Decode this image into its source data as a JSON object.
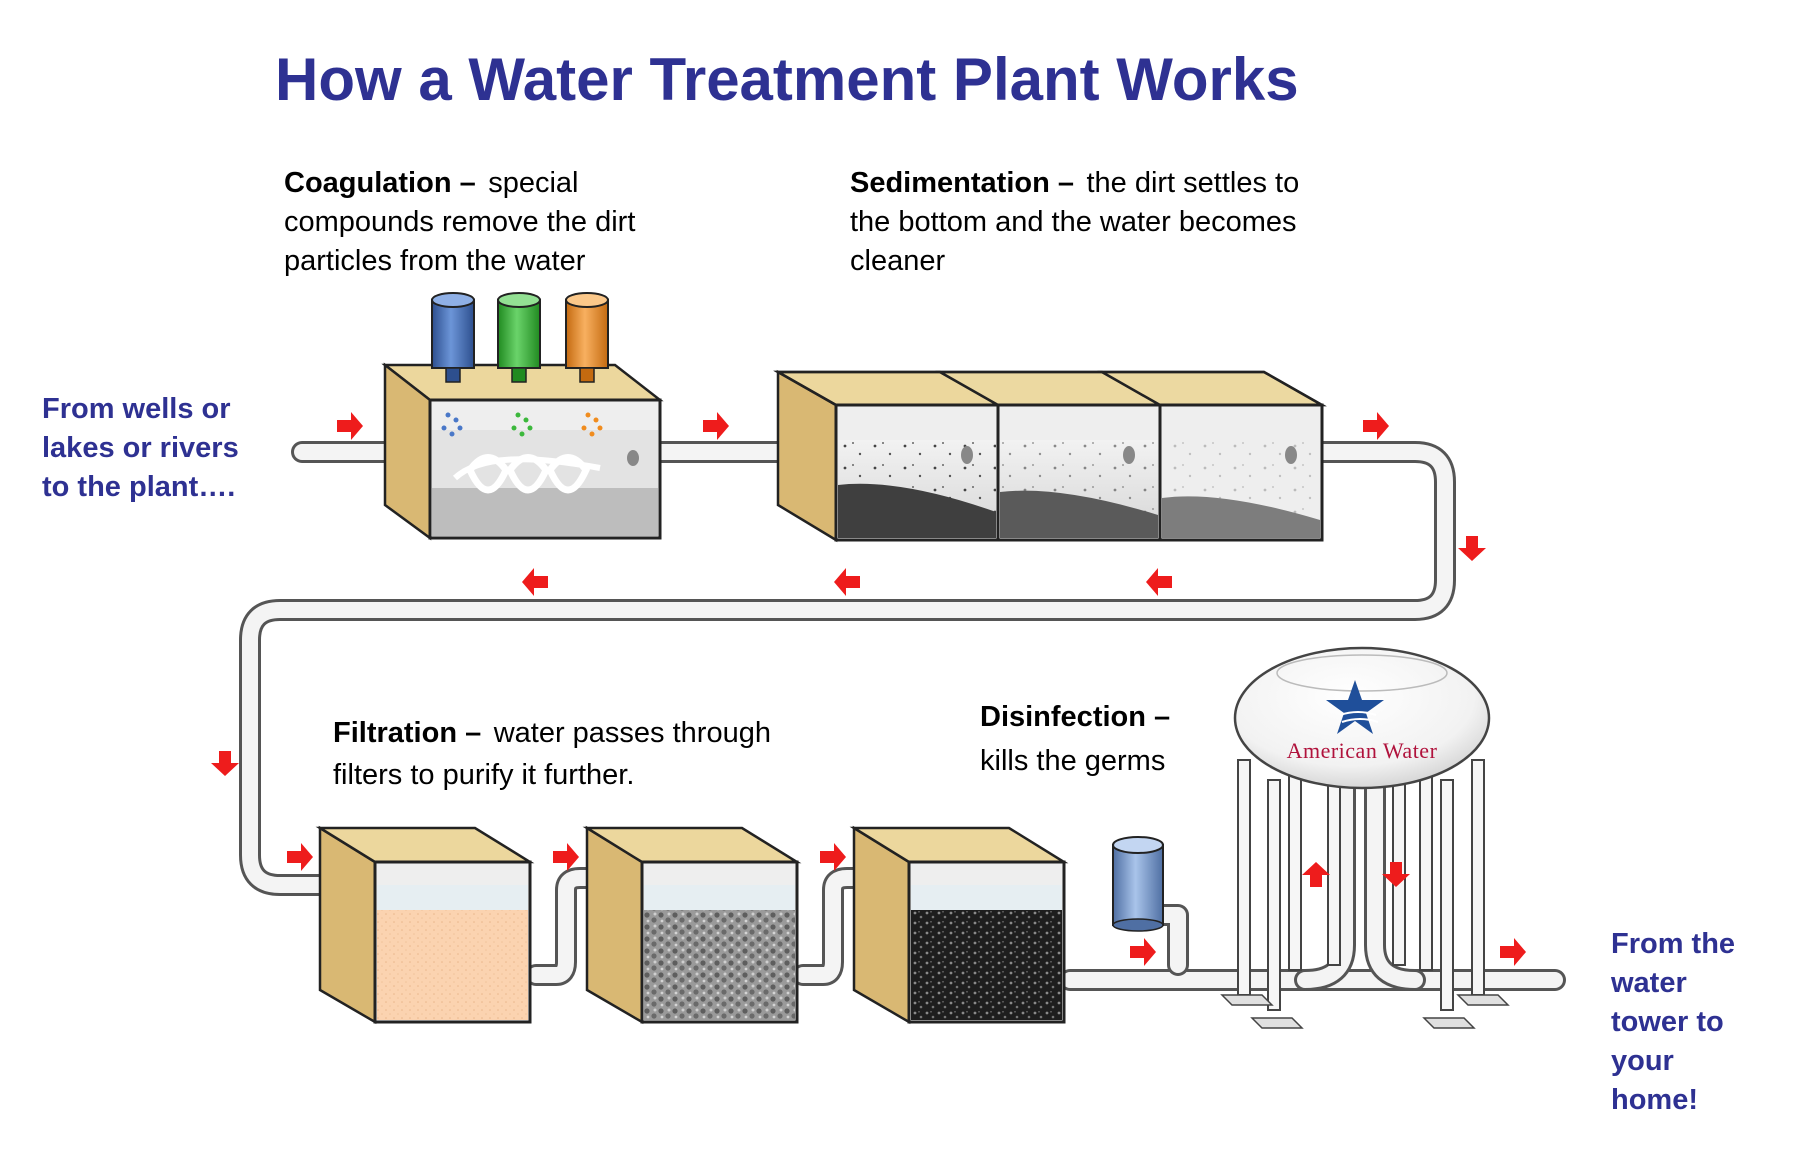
{
  "title": "How a  Water Treatment Plant Works",
  "source_label": [
    "From wells or",
    "lakes or rivers",
    "to the plant…."
  ],
  "destination_label": [
    "From the",
    "water",
    "tower to",
    "your",
    "home!"
  ],
  "coagulation": {
    "heading": "Coagulation –",
    "lines": [
      "special",
      "compounds remove the dirt",
      "particles from the water"
    ]
  },
  "sedimentation": {
    "heading": "Sedimentation –",
    "lines": [
      "the dirt settles to",
      "the bottom and the water becomes",
      "cleaner"
    ]
  },
  "filtration": {
    "heading": "Filtration –",
    "lines": [
      "water passes through",
      "filters to purify it further."
    ]
  },
  "disinfection": {
    "heading": "Disinfection –",
    "lines": [
      "kills the germs"
    ]
  },
  "tower_brand": "American Water",
  "colors": {
    "title_blue": "#2e3192",
    "arrow_red": "#ee1c1c",
    "tank_tan": "#d9b873",
    "chem_blue": "#4a78c8",
    "chem_green": "#3cb83c",
    "chem_orange": "#f08c1e",
    "filter_sand": "#fbd3b0",
    "filter_gravel": "#8e8e8e",
    "filter_carbon": "#2b2b2b",
    "brand_red": "#b0123c",
    "brand_star": "#1f4f9a"
  },
  "icons": [
    "flow-arrow-icon",
    "chemical-tank-icon",
    "star-logo-icon"
  ]
}
